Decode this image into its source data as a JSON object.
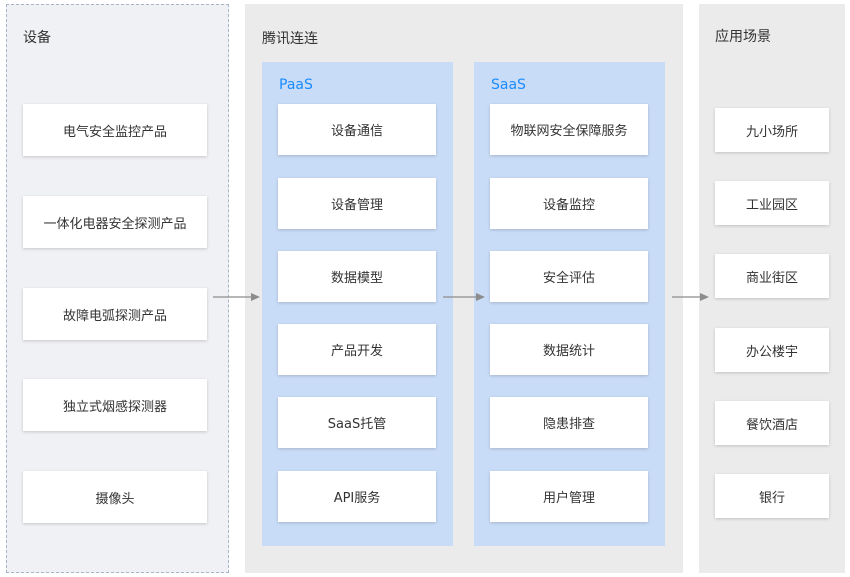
{
  "devices": {
    "title": "设备",
    "items": [
      "电气安全监控产品",
      "一体化电器安全探测产品",
      "故障电弧探测产品",
      "独立式烟感探测器",
      "摄像头"
    ]
  },
  "tencent": {
    "title": "腾讯连连",
    "paas": {
      "title": "PaaS",
      "items": [
        "设备通信",
        "设备管理",
        "数据模型",
        "产品开发",
        "SaaS托管",
        "API服务"
      ]
    },
    "saas": {
      "title": "SaaS",
      "items": [
        "物联网安全保障服务",
        "设备监控",
        "安全评估",
        "数据统计",
        "隐患排查",
        "用户管理"
      ]
    }
  },
  "scenes": {
    "title": "应用场景",
    "items": [
      "九小场所",
      "工业园区",
      "商业街区",
      "办公楼宇",
      "餐饮酒店",
      "银行"
    ]
  },
  "colors": {
    "panel_bg": "#ebebeb",
    "device_panel_bg": "#f0f1f4",
    "subpanel_bg": "#c9dcf7",
    "accent_text": "#1a8cff",
    "arrow": "#8c8c8c"
  }
}
